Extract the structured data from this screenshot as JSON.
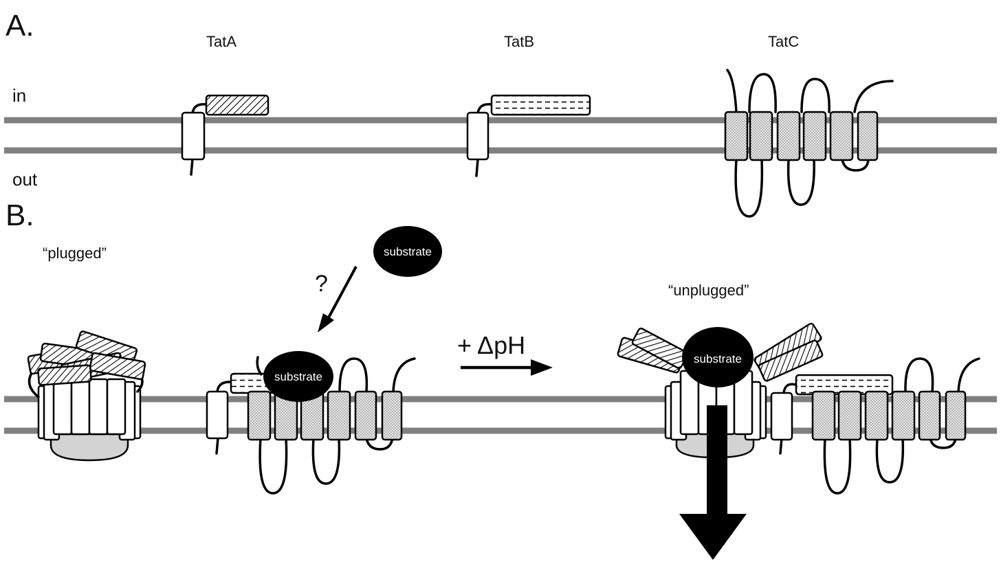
{
  "panel_a": {
    "label": "A.",
    "side_in": "in",
    "side_out": "out",
    "proteins": [
      "TatA",
      "TatB",
      "TatC"
    ]
  },
  "panel_b": {
    "label": "B.",
    "state_plugged": "“plugged”",
    "state_unplugged": "“unplugged”",
    "substrate_label": "substrate",
    "question_mark": "?",
    "arrow_label": "+ ΔpH"
  },
  "colors": {
    "membrane": "#808080",
    "tatc_fill": "#e6e6e6",
    "substrate": "#000000",
    "pore_base": "#d3d3d3"
  },
  "legend_patterns": {
    "TatA": "diagonal-hatch",
    "TatB": "dashed-lines",
    "TatC": "dotted"
  }
}
